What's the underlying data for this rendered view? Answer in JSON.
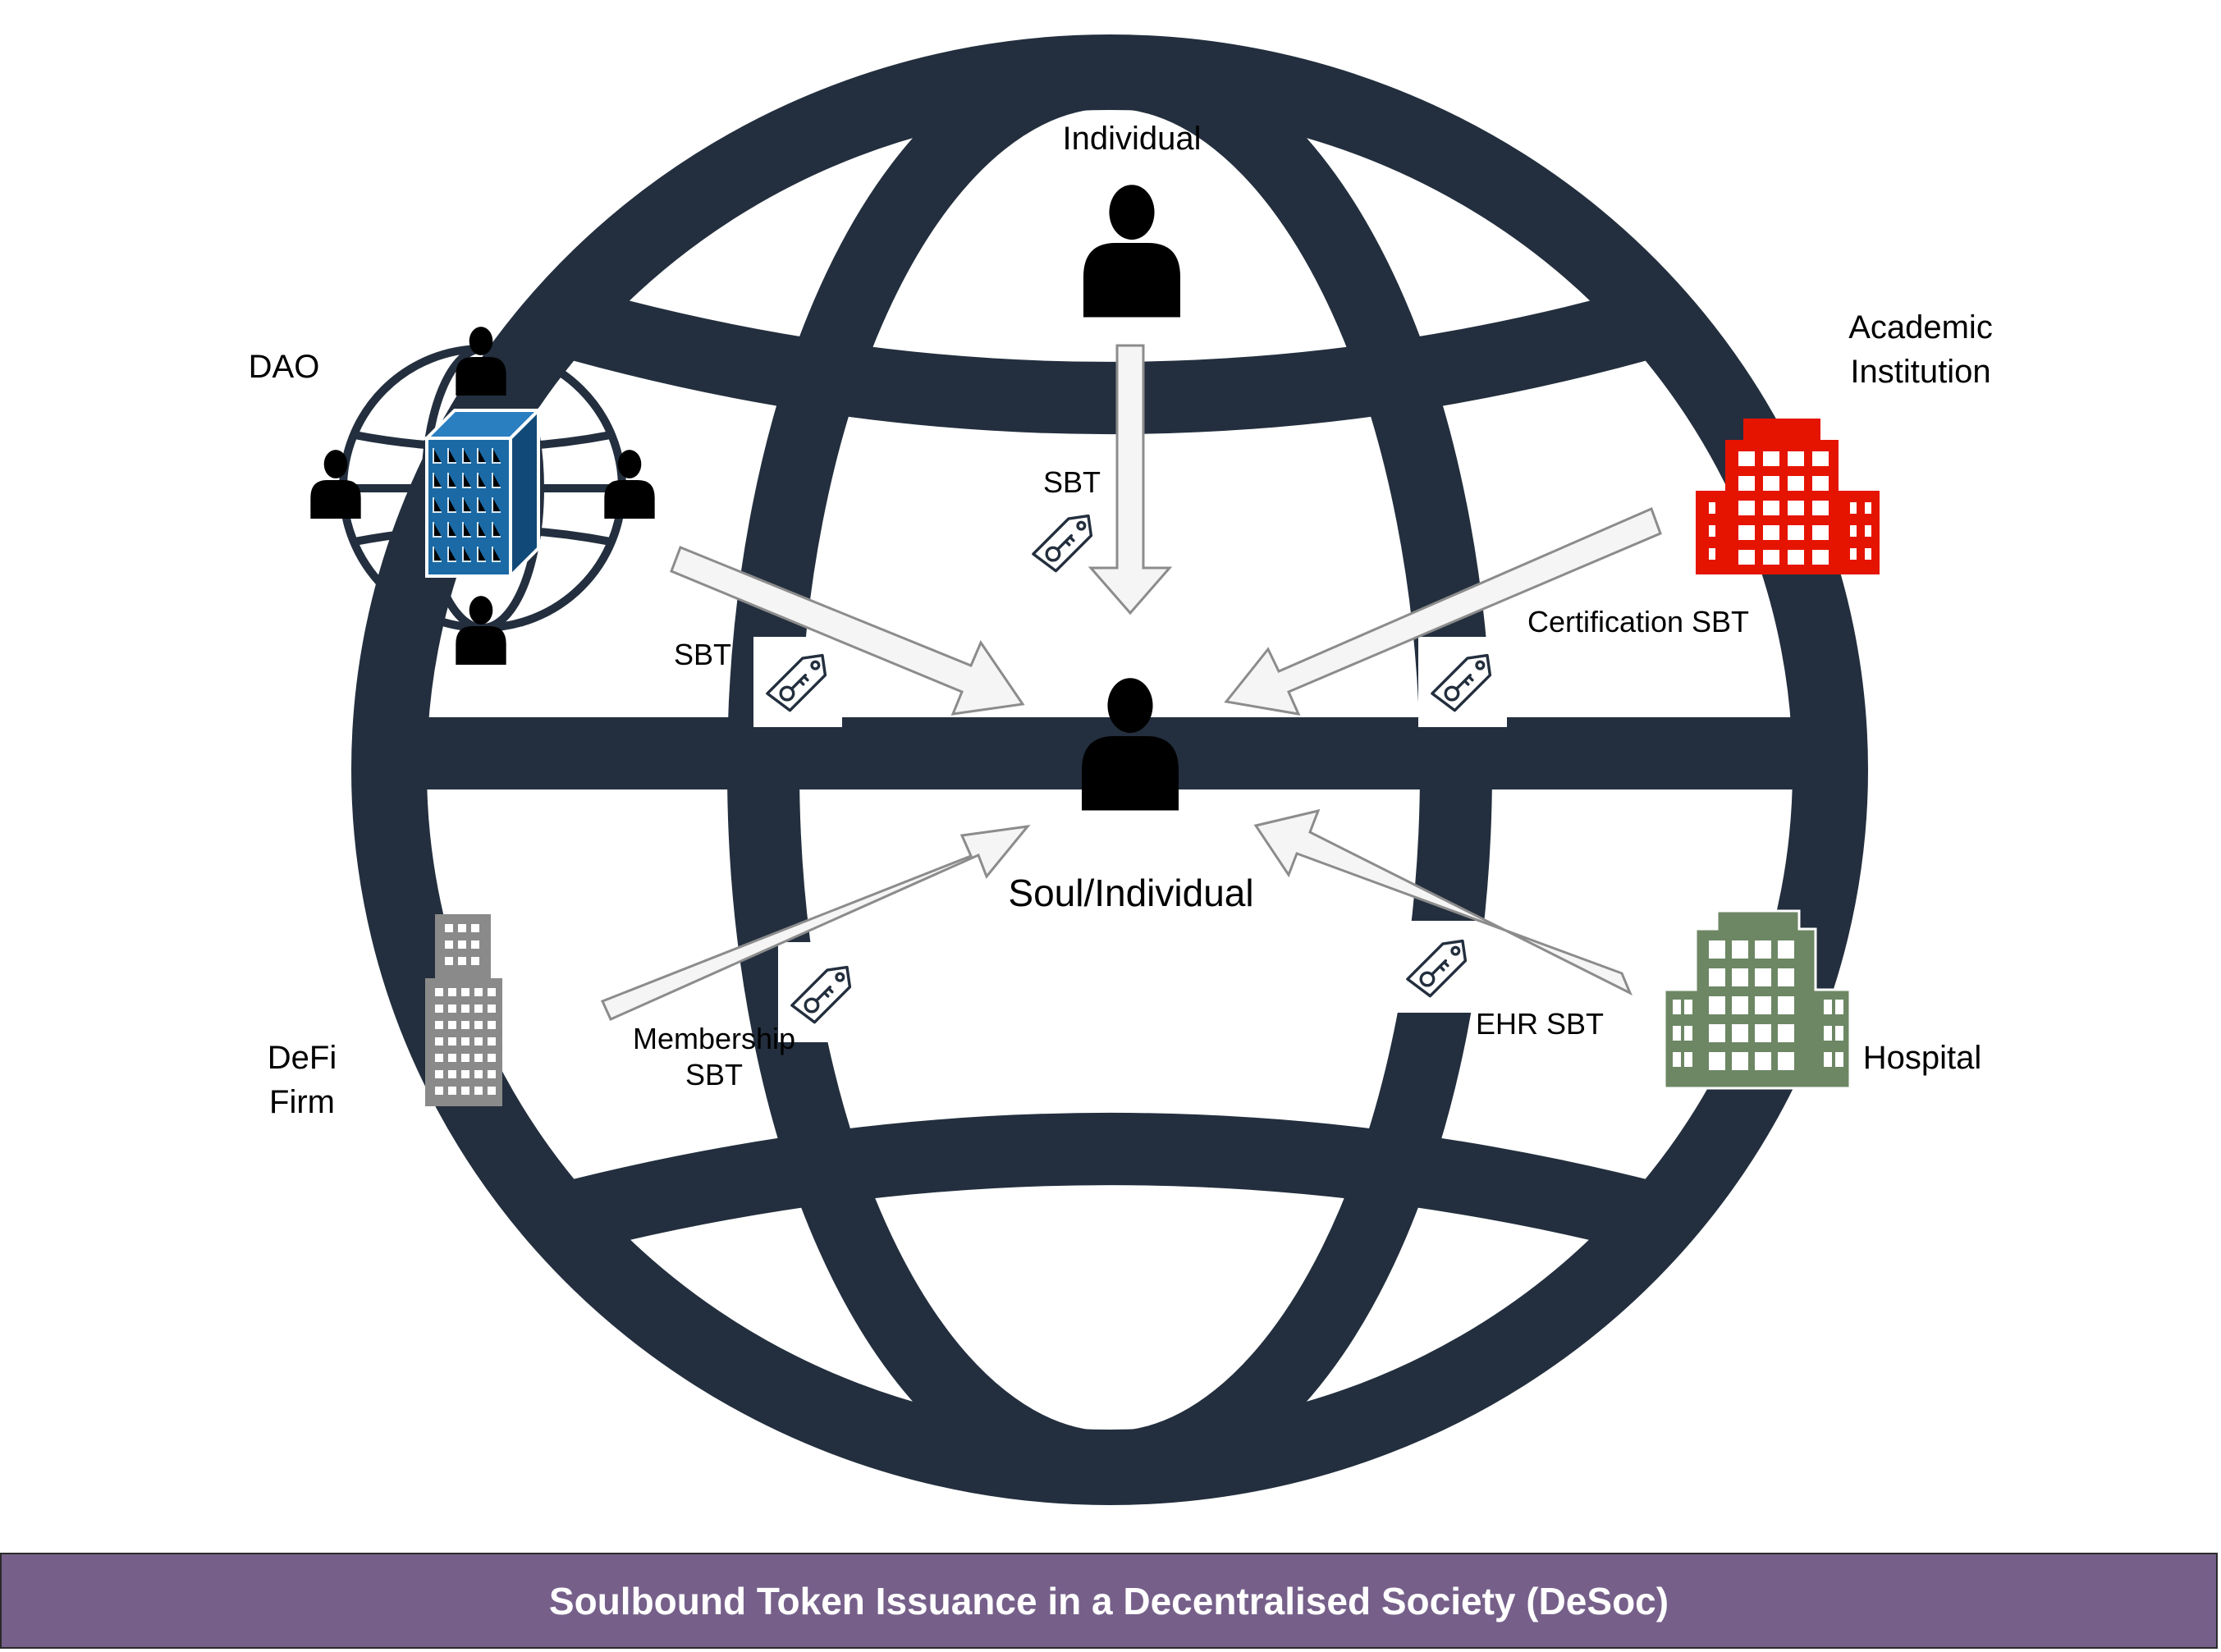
{
  "diagram": {
    "center_label": "Soul/Individual",
    "issuers": {
      "individual": "Individual",
      "dao": "DAO",
      "academic_line1": "Academic",
      "academic_line2": "Institution",
      "defi_line1": "DeFi",
      "defi_line2": "Firm",
      "hospital": "Hospital"
    },
    "tokens": {
      "individual_sbt": "SBT",
      "dao_sbt": "SBT",
      "certification_sbt": "Certification SBT",
      "membership_line1": "Membership",
      "membership_line2": "SBT",
      "ehr_sbt": "EHR SBT"
    },
    "icons": {
      "globe": "globe-icon",
      "person": "person-icon",
      "token_tag": "key-tag-icon",
      "dao": "dao-network-icon",
      "academic": "school-building-icon",
      "defi": "office-tower-icon",
      "hospital": "hospital-building-icon"
    },
    "colors": {
      "globe": "#232f3e",
      "footer": "#76608a",
      "academic": "#e51400",
      "hospital": "#6d8764",
      "defi": "#8a8a8a",
      "dao": "#1b6aa5",
      "arrow_fill": "#f5f5f5",
      "arrow_stroke": "#8c8c8c"
    }
  },
  "footer": {
    "title": "Soulbound Token Issuance in a Decentralised Society (DeSoc)"
  }
}
